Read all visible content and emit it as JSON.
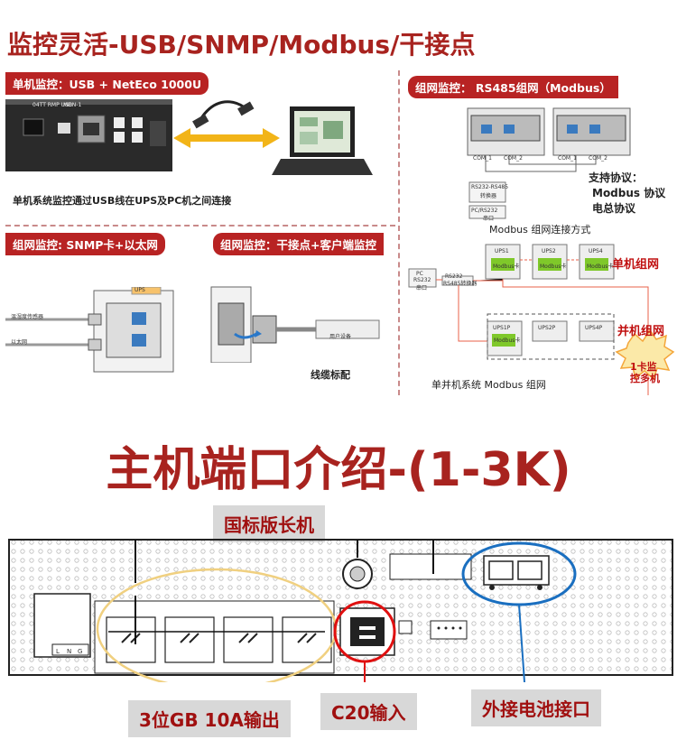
{
  "top_title": "监控灵活-USB/SNMP/Modbus/干接点",
  "panel_usb": {
    "header": "单机监控：USB + NetEco 1000U",
    "caption": "单机系统监控通过USB线在UPS及PC机之间连接",
    "device_labels": [
      "04TT RMP USB",
      "MDN-1"
    ]
  },
  "panel_modbus": {
    "header": "组网监控： RS485组网（Modbus）",
    "port_labels": [
      "COM_1",
      "COM_2",
      "COM_1",
      "COM_2"
    ],
    "converter_labels": [
      "RS232-RS485",
      "转换器",
      "PC/RS232",
      "串口"
    ],
    "protocol_text": [
      "支持协议：",
      "Modbus 协议",
      "电总协议"
    ],
    "connect_caption": "Modbus 组网连接方式",
    "ups_units": [
      "UPS1",
      "UPS2",
      "UPS4"
    ],
    "modbus_card": "Modbus卡",
    "pc_labels": [
      "PC",
      "RS232",
      "串口"
    ],
    "cable_label": "RS232",
    "converter_label": "RS485转换器",
    "single_label": "单机组网",
    "parallel_units": [
      "UPS1P",
      "UPS2P",
      "UPS4P"
    ],
    "parallel_label": "并机组网",
    "star_text": [
      "1卡监",
      "控多机"
    ],
    "bottom_caption": "单并机系统 Modbus 组网"
  },
  "panel_snmp": {
    "header": "组网监控: SNMP卡+以太网",
    "left_labels": [
      "温湿度传感器",
      "以太网"
    ],
    "card_label": "UPS"
  },
  "panel_dry": {
    "header": "组网监控：干接点+客户端监控",
    "device_label": "用户设备",
    "caption": "线缆标配"
  },
  "main_title": "主机端口介绍-(1-3K)",
  "rear_panel": {
    "model_tag": "国标版长机",
    "outlet_tag": "3位GB 10A输出",
    "input_tag": "C20输入",
    "battery_tag": "外接电池接口",
    "terminal_letters": [
      "L",
      "N",
      "G"
    ]
  },
  "colors": {
    "accent_red": "#a8231f",
    "header_red": "#b82323",
    "ellipse_yellow": "#f0d080",
    "circle_red": "#e01010",
    "ellipse_blue": "#1a6fc0"
  }
}
